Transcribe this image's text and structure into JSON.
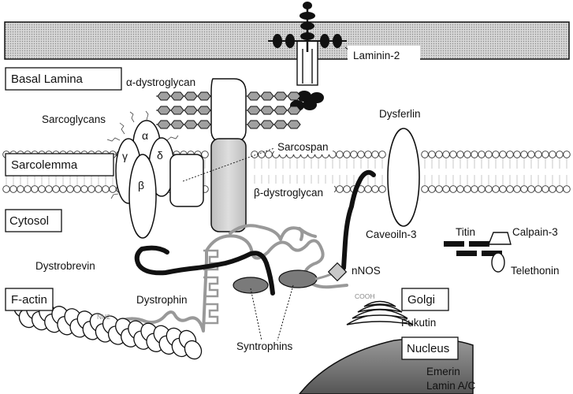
{
  "labels": {
    "basal_lamina": "Basal Lamina",
    "sarcolemma": "Sarcolemma",
    "cytosol": "Cytosol",
    "f_actin": "F-actin",
    "golgi": "Golgi",
    "nucleus": "Nucleus",
    "laminin2": "Laminin-2",
    "alpha_dystroglycan": "α-dystroglycan",
    "sarcoglycans": "Sarcoglycans",
    "sarcospan": "Sarcospan",
    "beta_dystroglycan": "β-dystroglycan",
    "dysferlin": "Dysferlin",
    "caveolin3": "Caveoiln-3",
    "titin": "Titin",
    "calpain3": "Calpain-3",
    "telethonin": "Telethonin",
    "nnos": "nNOS",
    "dystrobrevin": "Dystrobrevin",
    "dystrophin": "Dystrophin",
    "nh2": "NH2",
    "cooh": "COOH",
    "syntrophins": "Syntrophins",
    "fukutin": "Fukutin",
    "emerin": "Emerin",
    "lamin_ac": "Lamin A/C"
  },
  "sarcoglycan_subunits": {
    "alpha": "α",
    "gamma": "γ",
    "delta": "δ",
    "beta": "β"
  },
  "colors": {
    "membrane_fill": "#cfcfcf",
    "dark": "#1a1a1a",
    "dystroglycan_grey": "#c8c8c8",
    "syntrophin_grey": "#7a7a7a",
    "nucleus_grey": "#6e6e6e",
    "dystrophin_grey": "#999999"
  }
}
